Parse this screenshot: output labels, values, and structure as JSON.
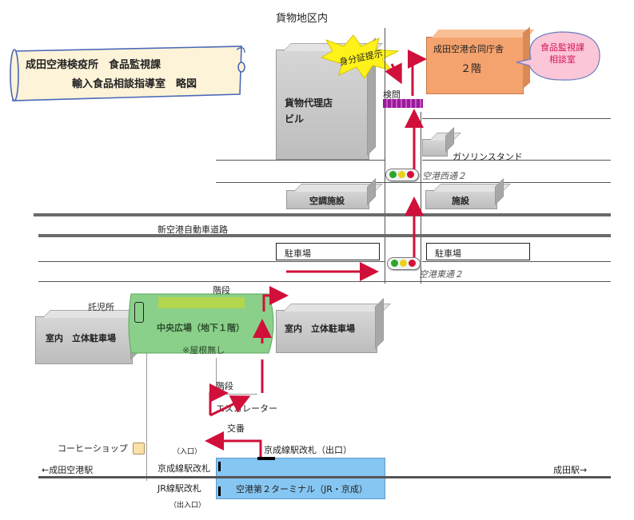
{
  "header": {
    "area": "貨物地区内",
    "scroll_line1": "成田空港検疫所　食品監視課",
    "scroll_line2": "輸入食品相談指導室　略図"
  },
  "buildings": {
    "cargo_agent": "貨物代理店\nビル",
    "govt_office": "成田空港合同庁舎",
    "govt_floor": "２階",
    "consult_bubble": "食品監視課\n相談室",
    "id_badge": "身分証提示",
    "checkpoint": "検問",
    "gas_station": "ガソリンスタンド",
    "ac_facility": "空調施設",
    "facility": "施設",
    "parking_left": "駐車場",
    "parking_right": "駐車場",
    "indoor_parking_left": "室内　立体駐車場",
    "indoor_parking_right": "室内　立体駐車場",
    "daycare": "託児所",
    "central_plaza": "中央広場（地下１階）",
    "no_roof": "※屋根無し",
    "coffee_shop": "コーヒーショップ",
    "terminal": "空港第２ターミナル（JR・京成）"
  },
  "roads": {
    "airport_west": "空港西通２",
    "airport_east": "空港東通２",
    "expressway": "新空港自動車道路"
  },
  "route": {
    "stairs_upper": "階段",
    "stairs_lower": "階段",
    "escalator": "エスカレーター",
    "alternating": "交番",
    "keisei_exit": "京成線駅改札（出口）",
    "entrance": "（入口）",
    "keisei_gate": "京成線駅改札",
    "jr_gate": "JR線駅改札",
    "entry_exit": "（出入口）"
  },
  "stations": {
    "left": "←成田空港駅",
    "right": "成田駅→"
  },
  "colors": {
    "route_red": "#d0103a",
    "plaza_green": "#8ad08a",
    "terminal_blue": "#86c6f2",
    "govt_orange": "#f4a26e",
    "bubble_pink": "#fbc6d8",
    "checkpoint_purple": "#9b1a9b",
    "badge_yellow": "#fff21a"
  }
}
